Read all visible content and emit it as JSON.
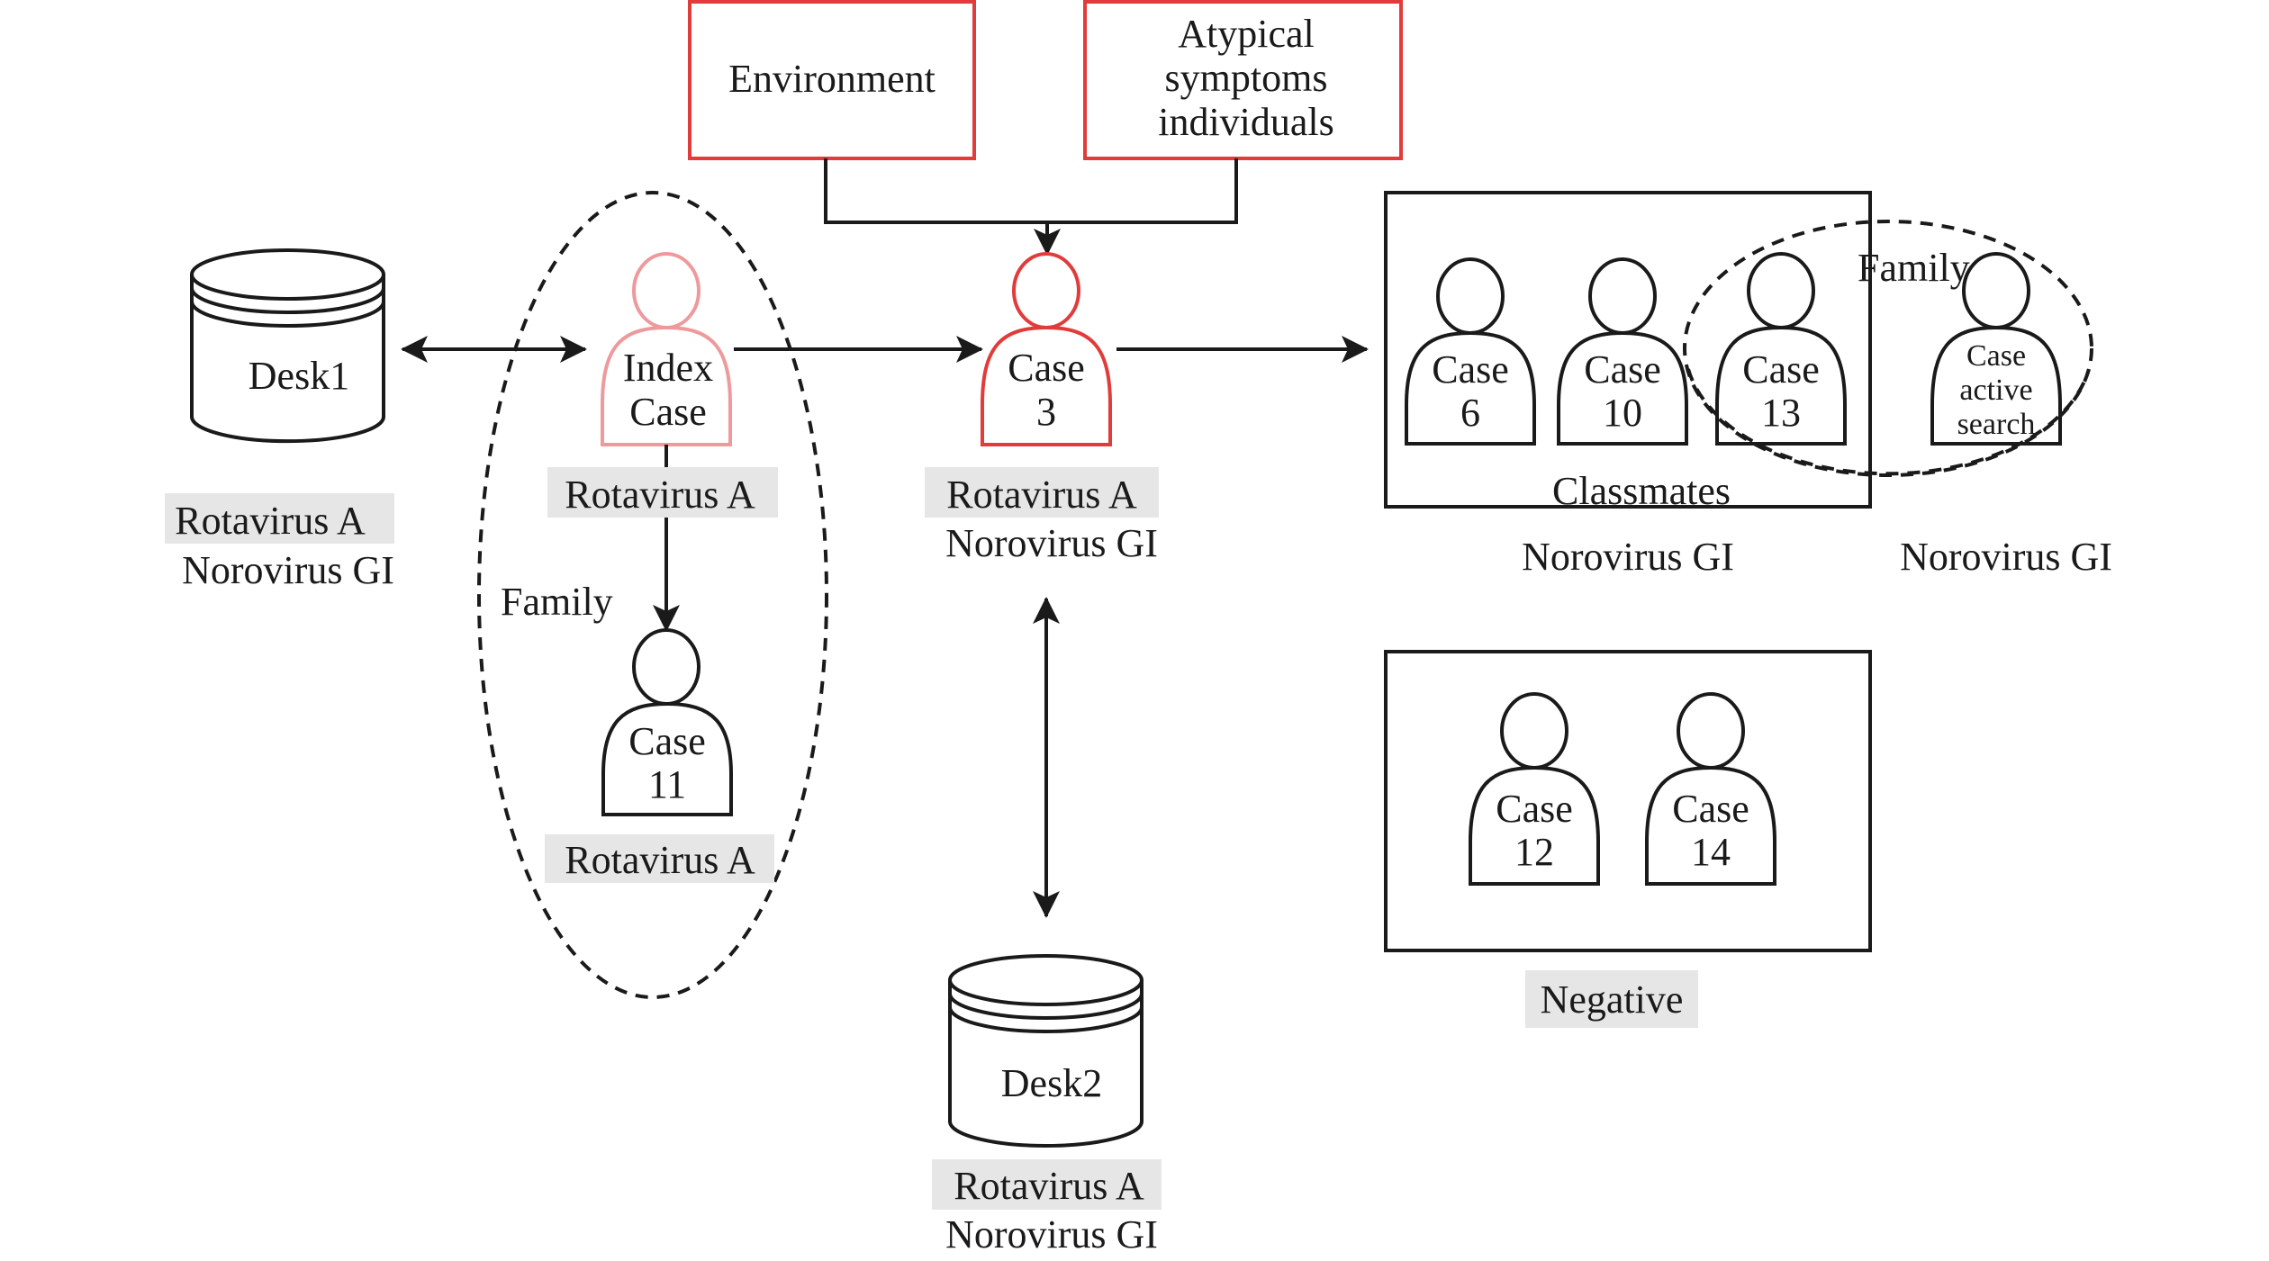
{
  "diagram": {
    "colors": {
      "source_box": "#e23b3b",
      "index_case": "#ee9a9c",
      "case3": "#e23b3b",
      "default": "#1a1a1a",
      "label_bg": "#e6e6e6"
    },
    "sources": [
      {
        "id": "environment",
        "lines": [
          "Environment"
        ]
      },
      {
        "id": "atypical",
        "lines": [
          "Atypical",
          "symptoms",
          "individuals"
        ]
      }
    ],
    "desks": [
      {
        "id": "desk1",
        "label": "Desk1",
        "highlighted": "Rotavirus A",
        "plain": "Norovirus GI"
      },
      {
        "id": "desk2",
        "label": "Desk2",
        "highlighted": "Rotavirus A",
        "plain": "Norovirus GI"
      }
    ],
    "persons": {
      "index": [
        "Index",
        "Case"
      ],
      "case3": [
        "Case",
        "3"
      ],
      "case11": [
        "Case",
        "11"
      ],
      "case6": [
        "Case",
        "6"
      ],
      "case10": [
        "Case",
        "10"
      ],
      "case13": [
        "Case",
        "13"
      ],
      "active": [
        "Case",
        "active",
        "search"
      ],
      "case12": [
        "Case",
        "12"
      ],
      "case14": [
        "Case",
        "14"
      ]
    },
    "labels": {
      "index_result": "Rotavirus A",
      "case3_result_highlighted": "Rotavirus A",
      "case3_result_plain": "Norovirus GI",
      "case11_result": "Rotavirus A",
      "family_left": "Family",
      "family_right": "Family",
      "classmates": "Classmates",
      "classmates_result": "Norovirus GI",
      "active_result": "Norovirus GI",
      "negative": "Negative"
    }
  }
}
